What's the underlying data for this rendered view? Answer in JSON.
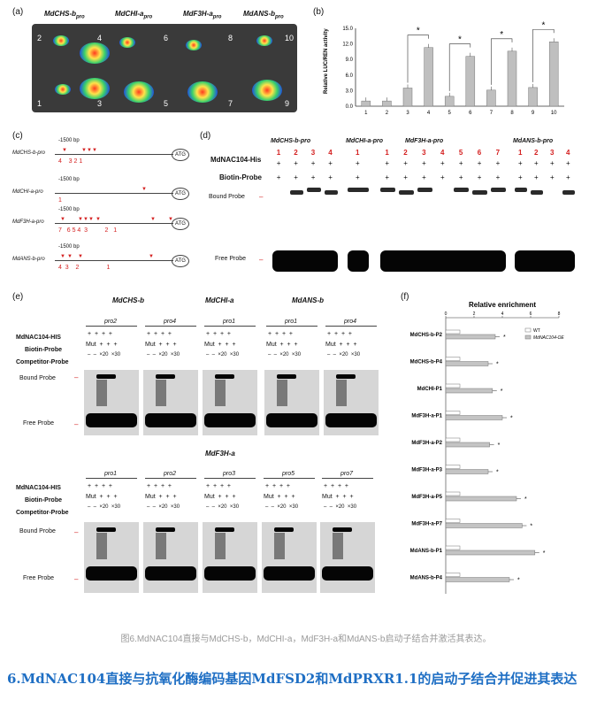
{
  "panel_a": {
    "label": "(a)",
    "headers": [
      "MdCHS-b",
      "MdCHI-a",
      "MdF3H-a",
      "MdANS-b"
    ],
    "header_sub": "pro",
    "spot_numbers": [
      "2",
      "4",
      "1",
      "3",
      "6",
      "5",
      "8",
      "7",
      "10",
      "9"
    ]
  },
  "panel_b": {
    "label": "(b)"
  },
  "panel_c": {
    "label": "(c)",
    "bp": "-1500 bp",
    "atg": "ATG",
    "rows": [
      {
        "name": "MdCHS-b-pro",
        "nums": "4    3 2 1"
      },
      {
        "name": "MdCHI-a-pro",
        "nums": "1"
      },
      {
        "name": "MdF3H-a-pro",
        "nums": "7   6 5 4  3          2   1"
      },
      {
        "name": "MdANS-b-pro",
        "nums": "4  3    2                1"
      }
    ]
  },
  "panel_d": {
    "label": "(d)",
    "groups": [
      "MdCHS-b-pro",
      "MdCHI-a-pro",
      "MdF3H-a-pro",
      "MdANS-b-pro"
    ],
    "lanes": [
      "1 2 3 4",
      "1",
      "1 2 3 4 5 6 7",
      "1 2 3 4"
    ],
    "row1": "MdNAC104-His",
    "row2": "Biotin-Probe",
    "plus": "+",
    "bound": "Bound Probe",
    "free": "Free Probe"
  },
  "panel_e": {
    "label": "(e)",
    "top_groups": [
      "MdCHS-b",
      "MdCHI-a",
      "MdANS-b"
    ],
    "top_pros": [
      "pro2",
      "pro4",
      "pro1",
      "pro1",
      "pro4"
    ],
    "bottom_group": "MdF3H-a",
    "bottom_pros": [
      "pro1",
      "pro2",
      "pro3",
      "pro5",
      "pro7"
    ],
    "rows": [
      "MdNAC104-HIS",
      "Biotin-Probe",
      "Competitor-Probe"
    ],
    "r1": "+  +  +  +",
    "r2": "Mut  +  +  +",
    "r3": "–  –  ×20  ×30",
    "bound": "Bound Probe",
    "free": "Free Probe"
  },
  "panel_f": {
    "label": "(f)",
    "title": "Relative enrichment",
    "legend": [
      "WT",
      "MdNAC104-OE"
    ],
    "star": "*"
  },
  "chart_data": [
    {
      "type": "bar",
      "ylabel": "Relative LUC/REN activity",
      "categories": [
        "1",
        "2",
        "3",
        "4",
        "5",
        "6",
        "7",
        "8",
        "9",
        "10"
      ],
      "values": [
        1.0,
        1.0,
        3.5,
        11.3,
        1.9,
        9.6,
        3.1,
        10.6,
        3.6,
        12.4
      ],
      "yticks": [
        "0.0",
        "3.0",
        "6.0",
        "9.0",
        "12.0",
        "15.0"
      ],
      "ylim": [
        0,
        15
      ],
      "significance": "*"
    },
    {
      "type": "bar",
      "orientation": "horizontal",
      "title": "Relative enrichment",
      "xticks": [
        "0",
        "2",
        "4",
        "6",
        "8"
      ],
      "xlim": [
        0,
        8
      ],
      "categories": [
        "MdCHS-b-P2",
        "MdCHS-b-P4",
        "MdCHI-P1",
        "MdF3H-a-P1",
        "MdF3H-a-P2",
        "MdF3H-a-P3",
        "MdF3H-a-P5",
        "MdF3H-a-P7",
        "MdANS-b-P1",
        "MdANS-b-P4"
      ],
      "series": [
        {
          "name": "WT",
          "values": [
            1.0,
            1.0,
            1.0,
            1.0,
            1.0,
            1.0,
            1.0,
            1.0,
            1.0,
            1.0
          ]
        },
        {
          "name": "MdNAC104-OE",
          "values": [
            3.5,
            3.0,
            3.3,
            4.0,
            3.1,
            3.0,
            5.0,
            5.4,
            6.3,
            4.5
          ]
        }
      ]
    }
  ],
  "caption": "图6.MdNAC104直接与MdCHS-b，MdCHI-a，MdF3H-a和MdANS-b启动子结合并激活其表达。",
  "heading": "6.MdNAC104直接与抗氧化酶编码基因MdFSD2和MdPRXR1.1的启动子结合并促进其表达"
}
